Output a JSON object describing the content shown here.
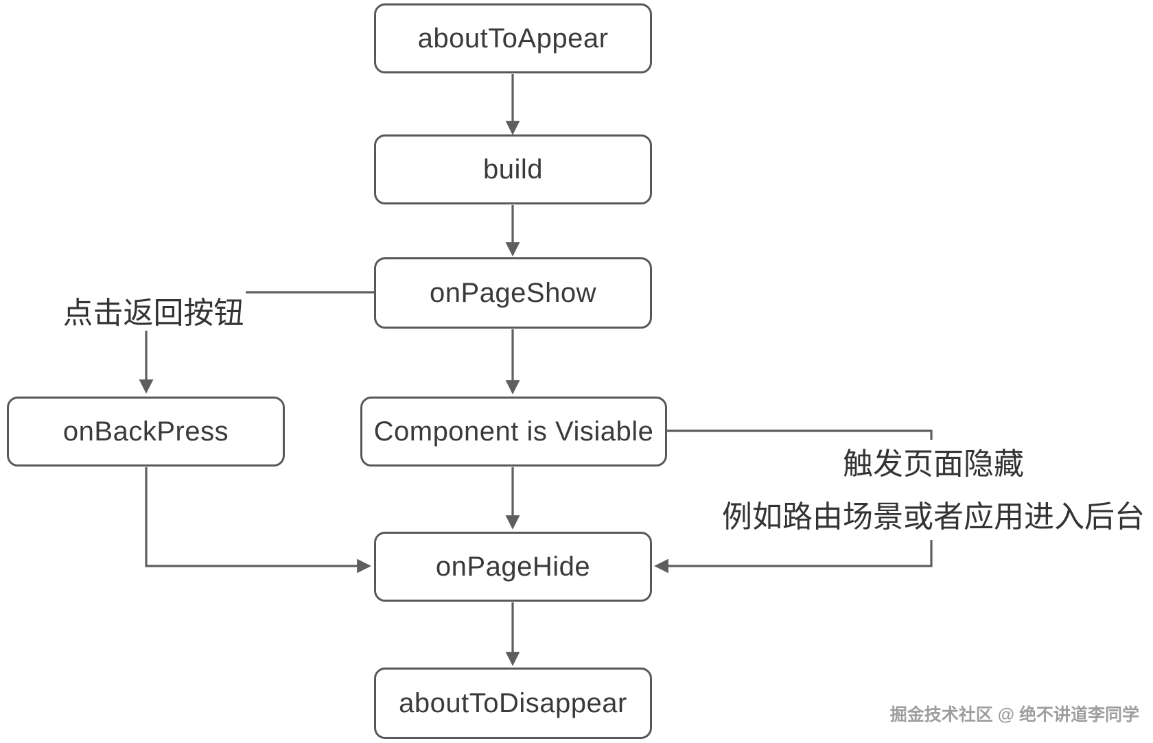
{
  "diagram": {
    "nodes": {
      "about_to_appear": "aboutToAppear",
      "build": "build",
      "on_page_show": "onPageShow",
      "component_visible": "Component is Visiable",
      "on_back_press": "onBackPress",
      "on_page_hide": "onPageHide",
      "about_to_disappear": "aboutToDisappear"
    },
    "annotations": {
      "back_button_label": "点击返回按钮",
      "page_hide_trigger_line1": "触发页面隐藏",
      "page_hide_trigger_line2": "例如路由场景或者应用进入后台"
    },
    "watermark": "掘金技术社区 @ 绝不讲道李同学",
    "colors": {
      "node_border": "#58585a",
      "node_text": "#3a3a3a",
      "edge": "#5e5e60",
      "annotation_text": "#333333",
      "watermark_text": "#9e9e9e",
      "background": "#ffffff"
    }
  }
}
